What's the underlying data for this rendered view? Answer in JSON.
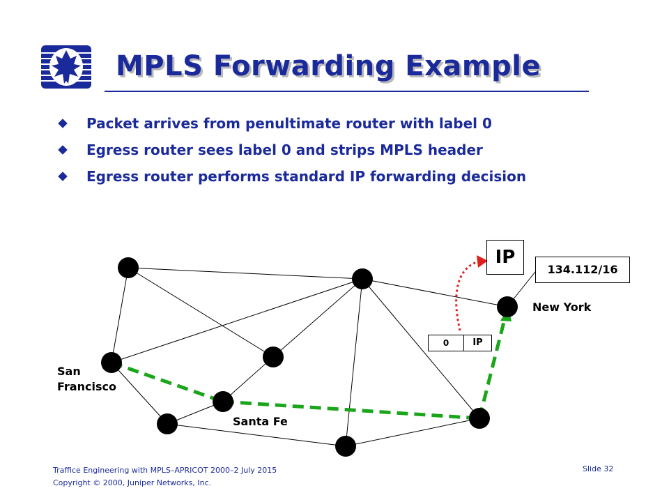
{
  "slide": {
    "title": "MPLS Forwarding Example",
    "bullets": [
      "Packet arrives from penultimate router with label 0",
      "Egress router sees label 0 and strips MPLS header",
      "Egress router performs standard IP forwarding decision"
    ],
    "footer_line1": "Traffice Engineering with MPLS–APRICOT 2000–2 July 2015",
    "footer_line2": "Copyright © 2000, Juniper Networks, Inc.",
    "slide_number": "Slide 32"
  },
  "diagram": {
    "labels": {
      "san_francisco": "San\nFrancisco",
      "santa_fe": "Santa Fe",
      "new_york": "New York"
    },
    "ip_box": "IP",
    "prefix_box": "134.112/16",
    "packet": {
      "label": "0",
      "payload": "IP"
    }
  },
  "colors": {
    "title": "#1b2a9a",
    "path": "#1aa51a",
    "arrow": "#e0201a"
  }
}
